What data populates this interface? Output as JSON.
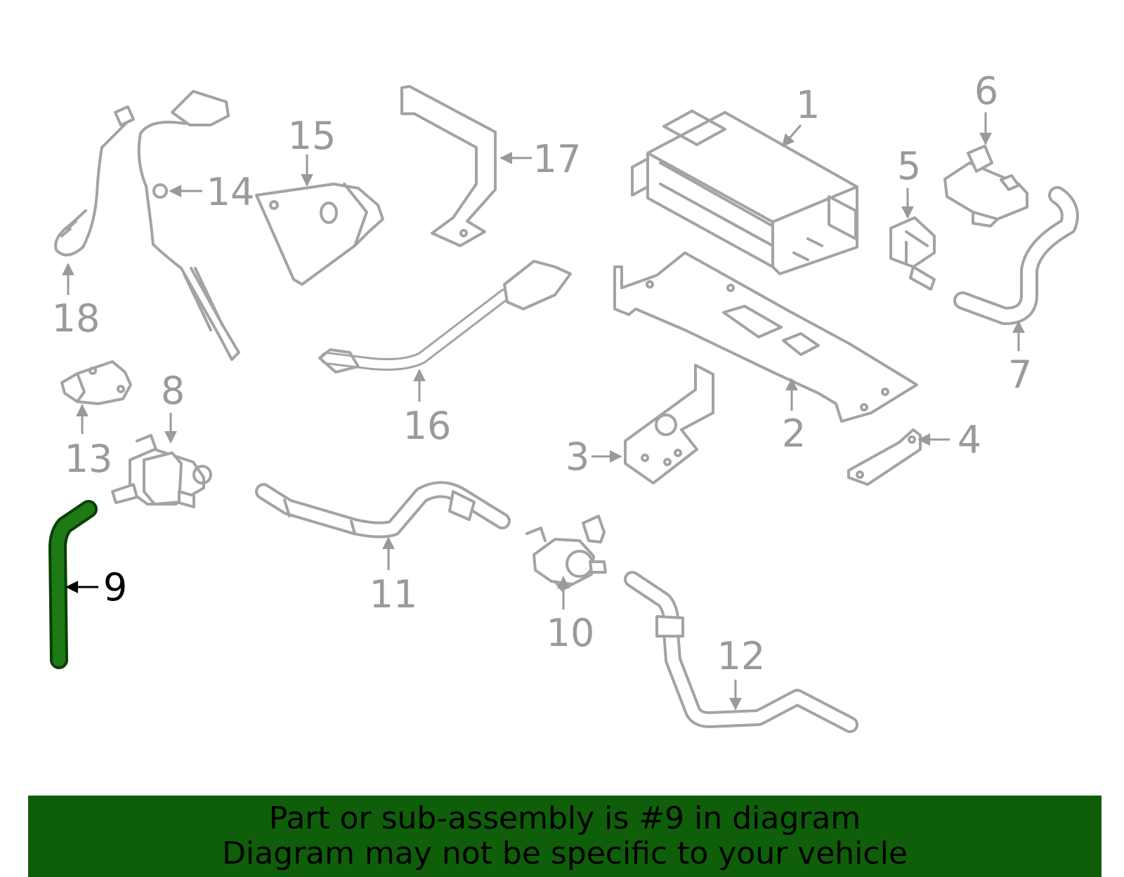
{
  "callouts": {
    "c1": "1",
    "c2": "2",
    "c3": "3",
    "c4": "4",
    "c5": "5",
    "c6": "6",
    "c7": "7",
    "c8": "8",
    "c9": "9",
    "c10": "10",
    "c11": "11",
    "c12": "12",
    "c13": "13",
    "c14": "14",
    "c15": "15",
    "c16": "16",
    "c17": "17",
    "c18": "18"
  },
  "highlighted_part": "9",
  "colors": {
    "highlight": "#1d7a14",
    "banner": "#0f5e0a",
    "part_line": "#a3a3a3"
  },
  "banner": {
    "line1": "Part or sub-assembly is #9 in diagram",
    "line2": "Diagram may not be specific to your vehicle"
  }
}
